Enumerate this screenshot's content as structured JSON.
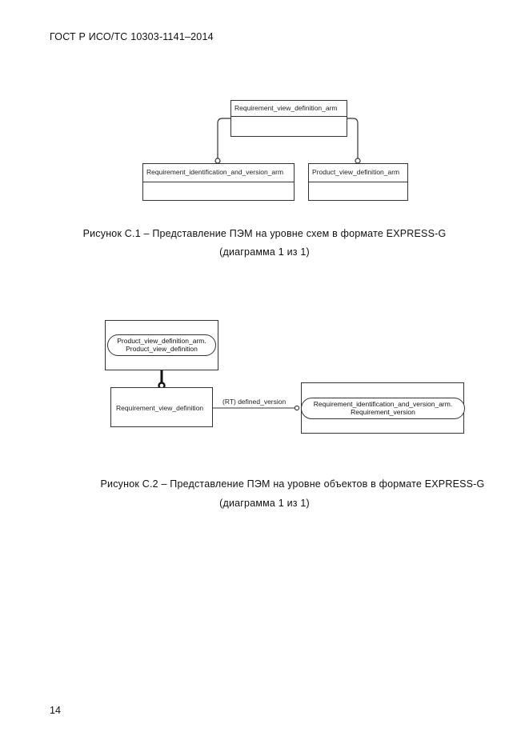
{
  "header": {
    "text": "ГОСТ Р ИСО/ТС 10303-1141–2014"
  },
  "figure1": {
    "top_entity": "Requirement_view_definition_arm",
    "left_entity": "Requirement_identification_and_version_arm",
    "right_entity": "Product_view_definition_arm",
    "caption_line1": "Рисунок  С.1 – Представление ПЭМ на уровне схем в формате EXPRESS-G",
    "caption_line2": "(диаграмма 1 из 1)"
  },
  "figure2": {
    "ref_top_line1": "Product_view_definition_arm.",
    "ref_top_line2": "Product_view_definition",
    "main_entity": "Requirement_view_definition",
    "relation_label": "(RT) defined_version",
    "ref_right_line1": "Requirement_identification_and_version_arm.",
    "ref_right_line2": "Requirement_version",
    "caption_line1": "Рисунок  С.2 – Представление ПЭМ на уровне объектов в формате EXPRESS-G",
    "caption_line2": "(диаграмма 1 из 1)"
  },
  "page_number": "14"
}
